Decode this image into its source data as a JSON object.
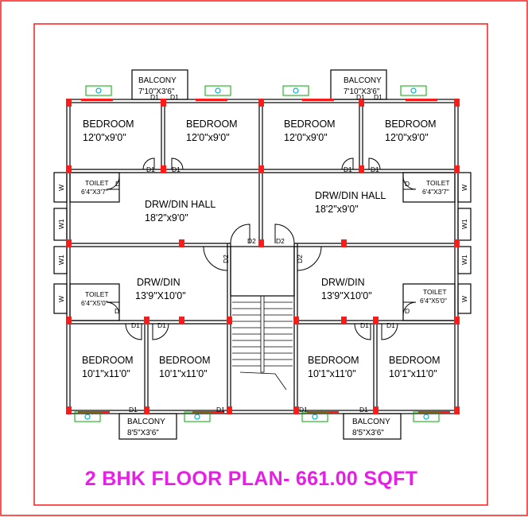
{
  "title": "2 BHK FLOOR PLAN- 661.00 SQFT",
  "colors": {
    "frame": "#ff1a1a",
    "wall": "#000000",
    "column": "#ff1a1a",
    "window": "#00aa00",
    "title": "#e81ee8"
  },
  "rooms": {
    "bedroom_label": "BEDROOM",
    "top_bedroom_size": "12'0\"x9'0\"",
    "bottom_left_bedroom_size": "10'1\"x11'0\"",
    "bottom_right_bedroom_size": "10'1\"x11'0\"",
    "hall_label": "DRW/DIN HALL",
    "hall_size": "18'2\"x9'0\"",
    "drwdin_label": "DRW/DIN",
    "drwdin_size": "13'9\"X10'0\"",
    "toilet_label": "TOILET",
    "toilet_top_size": "6'4\"X3'7\"",
    "toilet_bottom_size": "6'4\"X5'0\"",
    "balcony_label": "BALCONY",
    "balcony_top_size": "7'10\"X3'6\"",
    "balcony_bottom_size": "8'5\"X3'6\""
  },
  "doors": {
    "d": "D",
    "d1": "D1",
    "d2": "D2"
  },
  "windows": {
    "w": "W",
    "w1": "W1"
  }
}
